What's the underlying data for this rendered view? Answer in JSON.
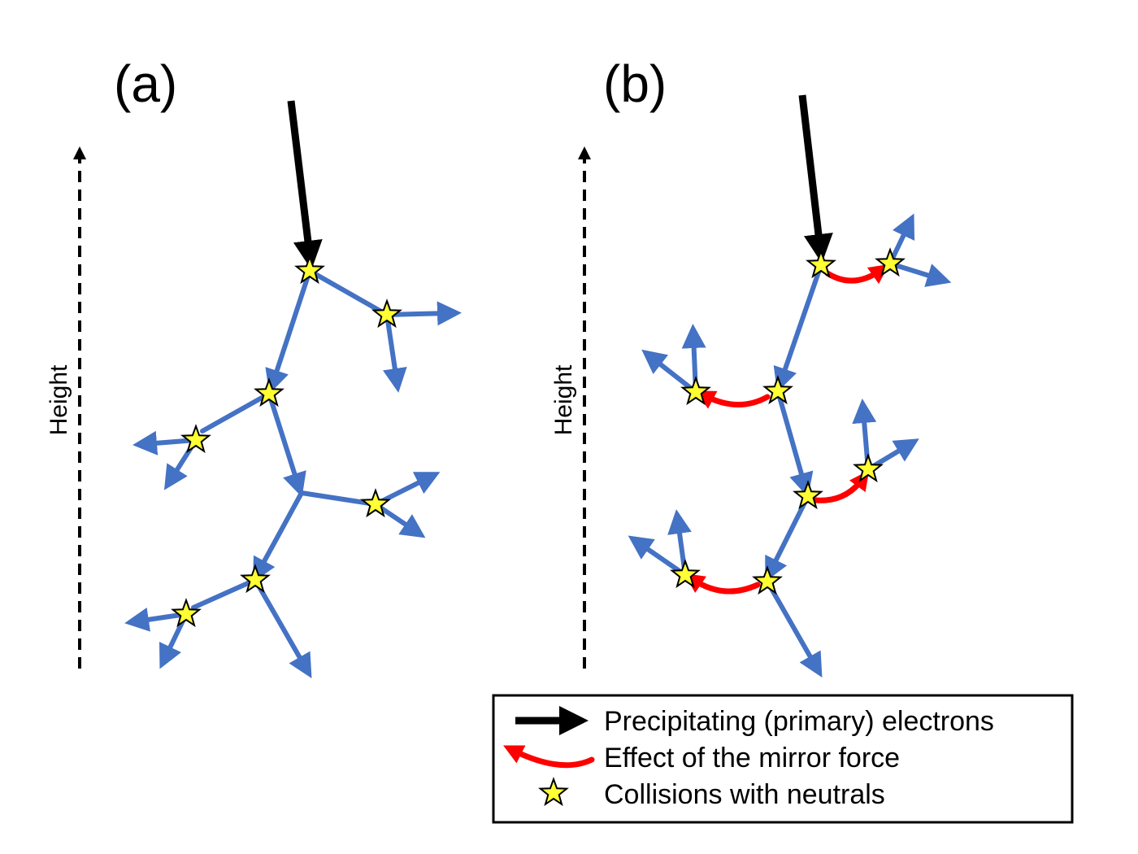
{
  "panels": [
    {
      "label": "(a)",
      "axis_label": "Height"
    },
    {
      "label": "(b)",
      "axis_label": "Height"
    }
  ],
  "legend": {
    "items": [
      {
        "icon": "black-arrow-icon",
        "text": "Precipitating (primary) electrons"
      },
      {
        "icon": "red-curved-arrow-icon",
        "text": "Effect of the mirror force"
      },
      {
        "icon": "yellow-star-icon",
        "text": "Collisions with neutrals"
      }
    ]
  },
  "colors": {
    "primary_electron": "#000000",
    "secondary_electron": "#4472C4",
    "mirror_force": "#FF0000",
    "collision_star": "#FFFF33",
    "star_outline": "#000000",
    "axis": "#000000"
  }
}
